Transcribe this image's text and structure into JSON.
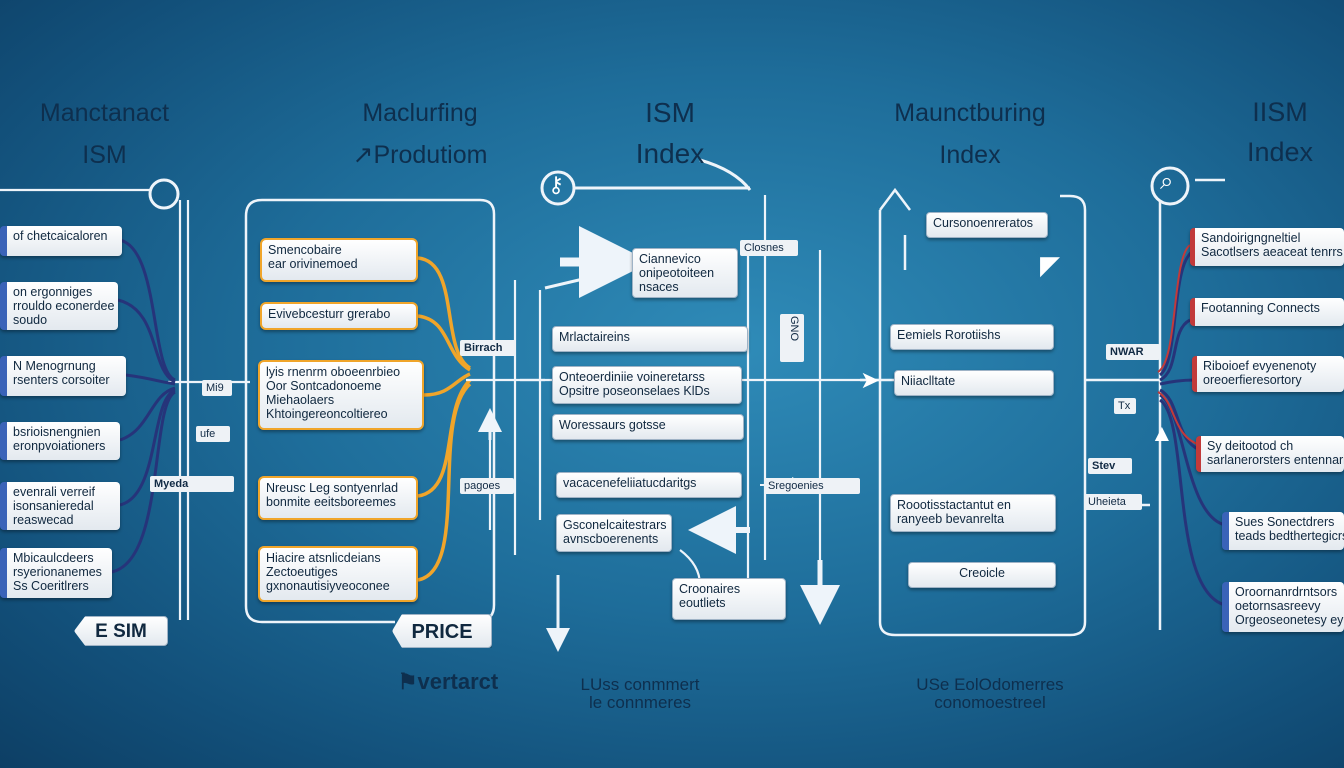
{
  "headings": {
    "col1_line1": "Manctanact",
    "col1_line2": "ISM",
    "col2_line1": "Maclurfing",
    "col2_line2": "Produtiom",
    "col3_line1": "ISM",
    "col3_line2": "Index",
    "col4_line1": "Maunctburing",
    "col4_line2": "Index",
    "col5_line1": "IISM",
    "col5_line2": "Index"
  },
  "left_boxes": [
    [
      "of chetcaicaloren"
    ],
    [
      "on ergonniges",
      "rrouldo econerdee",
      "soudo"
    ],
    [
      "N Menogrnung",
      "rsenters corsoiter"
    ],
    [
      "bsrioisnengnien",
      "eronpvoiationers"
    ],
    [
      "evenrali verreif",
      "isonsanieredal",
      "reaswecad"
    ],
    [
      "Mbicaulcdeers",
      "rsyerionanemes",
      "Ss Coeritlrers"
    ]
  ],
  "left_bottom_label": "E SIM",
  "left_tags": {
    "mid": "Mi9",
    "side": "ufe",
    "bottom": "Myeda"
  },
  "orange_boxes": [
    [
      "Smencobaire",
      "ear orivinemoed"
    ],
    [
      "Evivebcesturr grerabo"
    ],
    [
      "lyis rnenrm oboeenrbieo",
      "Oor Sontcadonoeme",
      "Miehaolaers",
      "Khtoingereoncoltiereo"
    ],
    [
      "Nreusc Leg sontyenrlad",
      "bonmite eeitsboreemes"
    ],
    [
      "Hiacire atsnlicdeians",
      "Zectoeutiges",
      "gxnonautisiyveoconee"
    ]
  ],
  "price_label": "PRICE",
  "bottom_left_label": "vertarct",
  "center_left_tags": {
    "birrag": "Birrach",
    "pegoes": "pagoes"
  },
  "center_boxes": [
    [
      "Ciannevico",
      "onipeotoiteen",
      "nsaces"
    ],
    [
      "Mrlactaireins"
    ],
    [
      "Onteoerdiniie voineretarss",
      "Opsitre poseonselaes KlDs"
    ],
    [
      "Woressaurs gotsse"
    ],
    [
      "vacacenefeliiatucdaritgs"
    ],
    [
      "Gsconelcaitestrars",
      "avnscboerenents"
    ],
    [
      "Croonaires",
      "eoutliets"
    ]
  ],
  "center_tags": {
    "dosnes": "Closnes",
    "side": "GNO",
    "sreg": "Sregoenies"
  },
  "center_bottom_text": [
    "LUss conmmert",
    "le connmeres"
  ],
  "right_boxes": [
    [
      "Cursonoenreratos"
    ],
    [
      "Eemiels Rorotiishs"
    ],
    [
      "Niiaclltate"
    ],
    [
      "Roootisstactantut en",
      "ranyeeb bevanrelta"
    ],
    [
      "Creoicle"
    ]
  ],
  "right_tags": {
    "nwar": "NWAR",
    "stev": "Stev",
    "uhete": "Uheieta",
    "small": "Tx"
  },
  "right_bottom_text": [
    "USe EolOdomerres",
    "conomoestreel"
  ],
  "far_right_boxes": [
    [
      "Sandoirigngneltiel",
      "Sacotlsers aeaceat tenrrs"
    ],
    [
      "Footanning Connects"
    ],
    [
      "Riboioef evyenenoty",
      "oreoerfieresortory"
    ],
    [
      "Sy deitootod ch",
      "sarlanerorsters entennaris"
    ],
    [
      "Sues Sonectdrers",
      "teads bedthertegicrs"
    ],
    [
      "Oroornanrdrntsors",
      "oetornsasreevy",
      "Orgeoseonetesy ey"
    ]
  ],
  "colors": {
    "background": "#1e6d9a",
    "wire": "#eef4fa",
    "orange": "#f0a52a",
    "navy": "#26347a",
    "red": "#c23a3a"
  },
  "icons": [
    "magnifier-icon",
    "key-icon",
    "arrow-right-icon",
    "arrow-left-icon",
    "arrow-down-icon",
    "arrow-up-icon",
    "flag-icon",
    "tag-icon"
  ]
}
